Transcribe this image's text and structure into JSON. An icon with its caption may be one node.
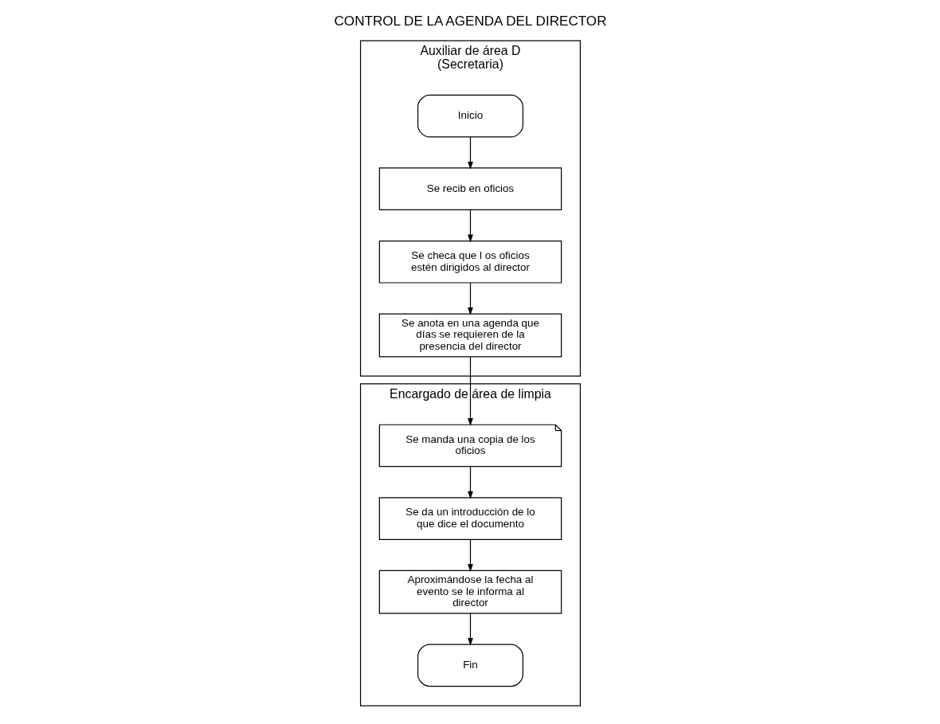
{
  "diagram": {
    "title": "CONTROL DE LA AGENDA DEL DIRECTOR",
    "nodes": [
      {
        "text": [
          "Auxiliar de área D (Secretaria)"
        ]
      },
      {
        "text": [
          "Encargado de área de limpia"
        ]
      },
      {
        "text": [
          "Inicio"
        ],
        "in": 0
      },
      {
        "text": [
          "Se recib en oficios"
        ],
        "in": 0
      },
      {
        "text": [
          "Se checa que l os oficios estén dirigidos al director"
        ],
        "in": 0
      },
      {
        "text": [
          "Se anota en una agenda que días se requieren de la presencia del director"
        ],
        "in": 0
      },
      {
        "text": [
          "Se manda una copia de los oficios"
        ],
        "in": 1
      },
      {
        "text": [
          "Se da un introducción de lo que dice el documento"
        ],
        "in": 1
      },
      {
        "text": [
          "Aproximándose la fecha al evento se le informa al director"
        ],
        "in": 1
      },
      {
        "text": [
          "Fin"
        ],
        "in": 1
      }
    ],
    "edges": [
      {
        "from": 2,
        "to": 3,
        "arrow": "to"
      },
      {
        "from": 3,
        "to": 4,
        "arrow": "to"
      },
      {
        "from": 4,
        "to": 5,
        "arrow": "to"
      },
      {
        "from": 5,
        "to": 6,
        "arrow": "to"
      },
      {
        "from": 6,
        "to": 7,
        "arrow": "to"
      },
      {
        "from": 7,
        "to": 8,
        "arrow": "to"
      },
      {
        "from": 8,
        "to": 9,
        "arrow": "to"
      }
    ]
  }
}
